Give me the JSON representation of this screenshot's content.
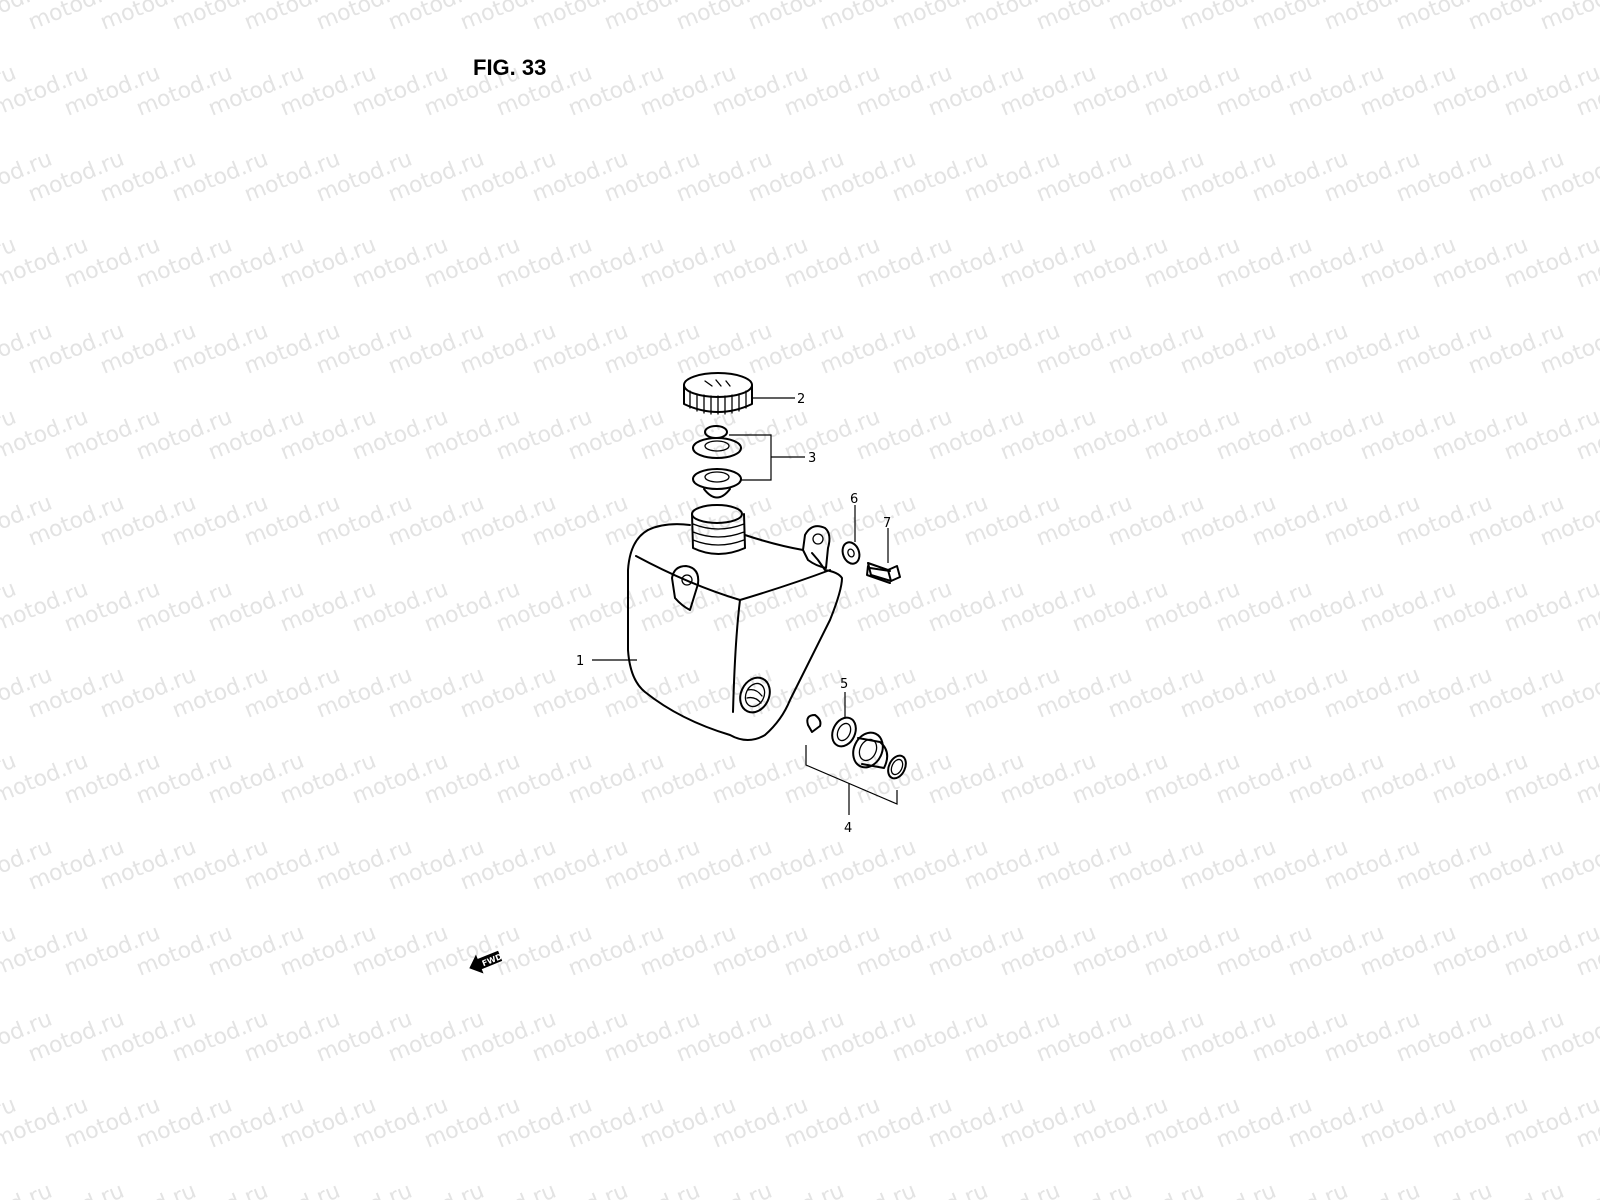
{
  "figure": {
    "title": "FIG. 33",
    "watermark": "motod.ru",
    "fwd_label": "FWD"
  },
  "callouts": [
    {
      "id": "1",
      "label": "1"
    },
    {
      "id": "2",
      "label": "2"
    },
    {
      "id": "3",
      "label": "3"
    },
    {
      "id": "4",
      "label": "4"
    },
    {
      "id": "5",
      "label": "5"
    },
    {
      "id": "6",
      "label": "6"
    },
    {
      "id": "7",
      "label": "7"
    }
  ],
  "colors": {
    "line": "#000000",
    "watermark": "#e3e3e3",
    "background": "#ffffff"
  }
}
